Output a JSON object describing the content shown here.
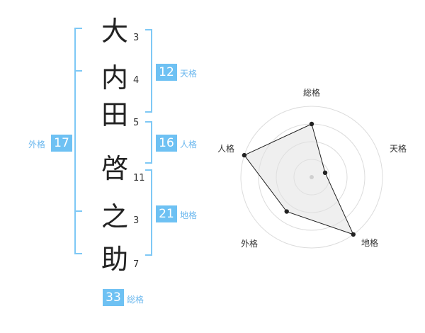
{
  "name": {
    "characters": [
      {
        "char": "大",
        "strokes": "3"
      },
      {
        "char": "内",
        "strokes": "4"
      },
      {
        "char": "田",
        "strokes": "5"
      },
      {
        "char": "啓",
        "strokes": "11"
      },
      {
        "char": "之",
        "strokes": "3"
      },
      {
        "char": "助",
        "strokes": "7"
      }
    ]
  },
  "fortunes": {
    "tenkaku": {
      "value": "12",
      "label": "天格"
    },
    "jinkaku": {
      "value": "16",
      "label": "人格"
    },
    "chikaku": {
      "value": "21",
      "label": "地格"
    },
    "gaikaku": {
      "value": "17",
      "label": "外格"
    },
    "soukaku": {
      "value": "33",
      "label": "総格"
    }
  },
  "colors": {
    "accent": "#6ec1f3",
    "label": "#6ab7ee",
    "bracket": "#7ec8f5"
  },
  "chart_data": {
    "type": "radar",
    "axes": [
      "総格",
      "天格",
      "地格",
      "外格",
      "人格"
    ],
    "values": [
      0.75,
      0.2,
      1.0,
      0.6,
      1.0
    ],
    "rings": 4,
    "grid": true
  }
}
